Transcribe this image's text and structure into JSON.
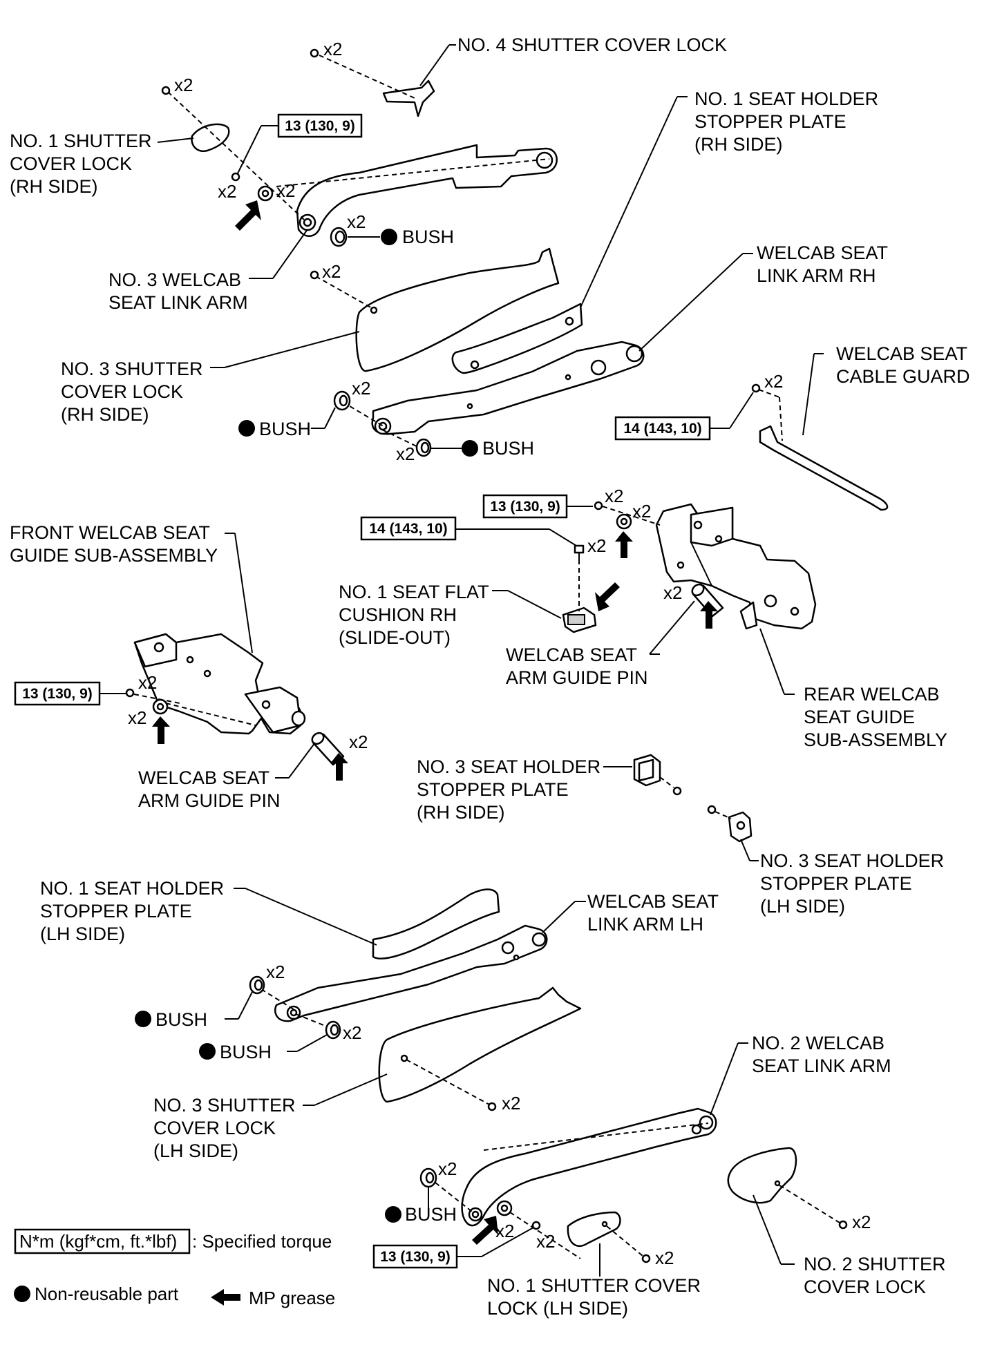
{
  "labels": {
    "no4_shutter_cover_lock": [
      "NO. 4 SHUTTER COVER LOCK"
    ],
    "no1_shutter_cover_lock_rh": [
      "NO. 1 SHUTTER",
      "COVER LOCK",
      "(RH SIDE)"
    ],
    "no1_seat_holder_stopper_plate_rh": [
      "NO. 1 SEAT HOLDER",
      "STOPPER PLATE",
      "(RH SIDE)"
    ],
    "no3_welcab_seat_link_arm": [
      "NO. 3 WELCAB",
      "SEAT LINK ARM"
    ],
    "welcab_seat_link_arm_rh": [
      "WELCAB SEAT",
      "LINK ARM RH"
    ],
    "no3_shutter_cover_lock_rh": [
      "NO. 3 SHUTTER",
      "COVER LOCK",
      "(RH SIDE)"
    ],
    "welcab_seat_cable_guard": [
      "WELCAB SEAT",
      "CABLE GUARD"
    ],
    "front_welcab_seat_guide": [
      "FRONT WELCAB SEAT",
      "GUIDE SUB-ASSEMBLY"
    ],
    "no1_seat_flat_cushion_rh": [
      "NO. 1 SEAT FLAT",
      "CUSHION RH",
      "(SLIDE-OUT)"
    ],
    "welcab_seat_arm_guide_pin_right": [
      "WELCAB SEAT",
      "ARM GUIDE PIN"
    ],
    "rear_welcab_seat_guide": [
      "REAR WELCAB",
      "SEAT GUIDE",
      "SUB-ASSEMBLY"
    ],
    "welcab_seat_arm_guide_pin_left": [
      "WELCAB SEAT",
      "ARM GUIDE PIN"
    ],
    "no3_seat_holder_stopper_plate_rh": [
      "NO. 3 SEAT HOLDER",
      "STOPPER PLATE",
      "(RH SIDE)"
    ],
    "no3_seat_holder_stopper_plate_lh": [
      "NO. 3 SEAT HOLDER",
      "STOPPER PLATE",
      "(LH SIDE)"
    ],
    "no1_seat_holder_stopper_plate_lh": [
      "NO. 1 SEAT HOLDER",
      "STOPPER PLATE",
      "(LH SIDE)"
    ],
    "welcab_seat_link_arm_lh": [
      "WELCAB SEAT",
      "LINK ARM LH"
    ],
    "no3_shutter_cover_lock_lh": [
      "NO. 3 SHUTTER",
      "COVER LOCK",
      "(LH SIDE)"
    ],
    "no2_welcab_seat_link_arm": [
      "NO. 2 WELCAB",
      "SEAT LINK ARM"
    ],
    "no2_shutter_cover_lock": [
      "NO. 2 SHUTTER",
      "COVER LOCK"
    ],
    "no1_shutter_cover_lock_lh": [
      "NO. 1 SHUTTER COVER",
      "LOCK (LH SIDE)"
    ]
  },
  "bush_label": "BUSH",
  "quantity": "x2",
  "torque_specs": {
    "t13": "13 (130, 9)",
    "t14": "14 (143, 10)"
  },
  "legend": {
    "torque_box": "N*m (kgf*cm, ft.*lbf)",
    "torque_text": ": Specified torque",
    "non_reusable": "Non-reusable part",
    "grease": "MP grease"
  }
}
